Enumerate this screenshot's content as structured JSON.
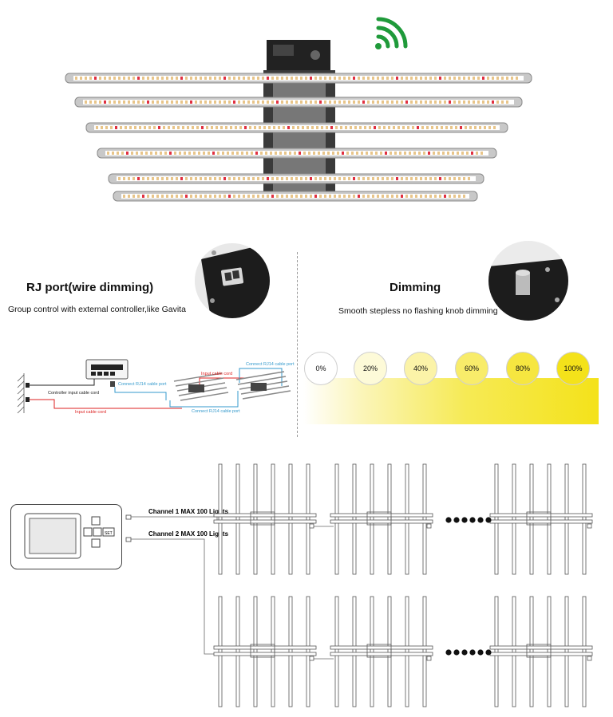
{
  "rj_port": {
    "title": "RJ port(wire dimming)",
    "subtitle": "Group control with external controller,like Gavita",
    "diagram_labels": {
      "controller_cable": "Controller input cable cord",
      "input_cable_1": "Input cable cord",
      "input_cable_2": "Input cable cord",
      "rj14_1": "Connect RJ14 cable port",
      "rj14_2": "Connect RJ14 cable port",
      "rj14_3": "Connect RJ14 cable port"
    }
  },
  "dimming": {
    "title": "Dimming",
    "subtitle": "Smooth stepless no flashing knob dimming",
    "levels": [
      "0%",
      "20%",
      "40%",
      "60%",
      "80%",
      "100%"
    ]
  },
  "channels": {
    "channel_1": "Channel 1 MAX 100 Lights",
    "channel_2": "Channel 2 MAX 100 Lights",
    "controller_button": "SET"
  },
  "colors": {
    "wireless": "#1f9a3a",
    "dimming_yellow": "#f4e21a"
  },
  "icons": [
    "wireless-signal-icon"
  ]
}
